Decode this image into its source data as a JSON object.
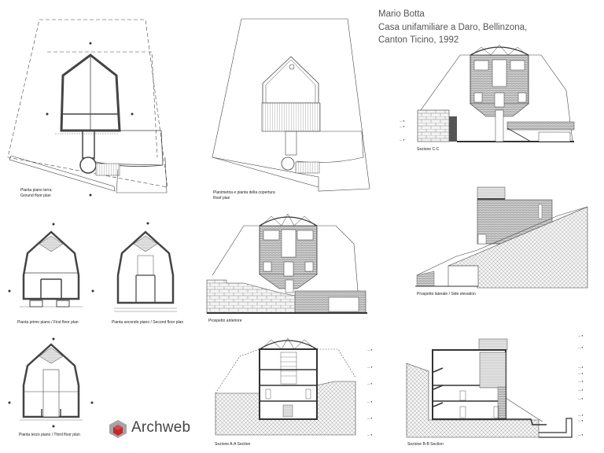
{
  "header": {
    "architect": "Mario Botta",
    "project_line1": "Casa unifamiliare a Daro, Bellinzona,",
    "project_line2": "Canton Ticino, 1992"
  },
  "drawings": {
    "ground_floor": {
      "caption_it": "Pianta piano terra",
      "caption_en": "Ground floor plan"
    },
    "roof_plan": {
      "caption_it": "Planimetria e pianta della copertura",
      "caption_en": "Roof plan"
    },
    "section_cc": {
      "caption": "Sezione C-C"
    },
    "first_floor": {
      "caption": "Pianta primo piano  /  First floor plan"
    },
    "second_floor": {
      "caption": "Pianta secondo piano  /  Second floor plan"
    },
    "front_elevation": {
      "caption": "Prospetto anteriore"
    },
    "side_elevation": {
      "caption": "Prospetto laterale  /  Side elevation"
    },
    "third_floor": {
      "caption": "Pianta terzo piano  /  Third floor plan"
    },
    "section_aa": {
      "caption": "Sezione A-A  Section"
    },
    "section_bb": {
      "caption": "Sezione B-B  Section"
    }
  },
  "logo": {
    "name": "Archweb",
    "icon": "archweb-cube-icon",
    "accent": "#c0282d",
    "gray": "#9a9a9a"
  },
  "colors": {
    "line": "#333333",
    "wall": "#444444",
    "hatch": "#888888",
    "text": "#555555"
  }
}
